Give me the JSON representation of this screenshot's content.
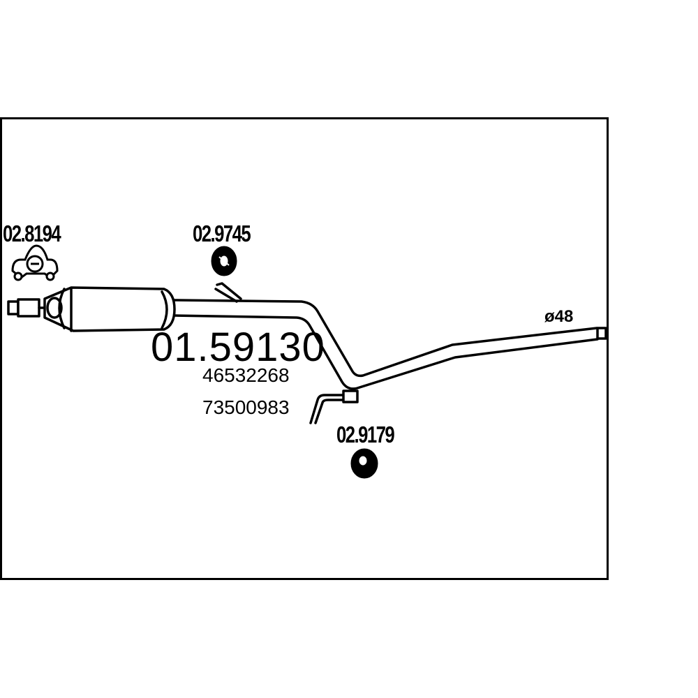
{
  "main_part_number": "01.59130",
  "oem_numbers": [
    "46532268",
    "73500983"
  ],
  "accessories": [
    {
      "part_number": "02.8194",
      "icon": "rubber-hanger-icon"
    },
    {
      "part_number": "02.9745",
      "icon": "rubber-ring-icon"
    },
    {
      "part_number": "02.9179",
      "icon": "rubber-mount-icon"
    }
  ],
  "pipe_diameter_label": "ø48",
  "colors": {
    "line": "#000000",
    "background": "#ffffff"
  }
}
